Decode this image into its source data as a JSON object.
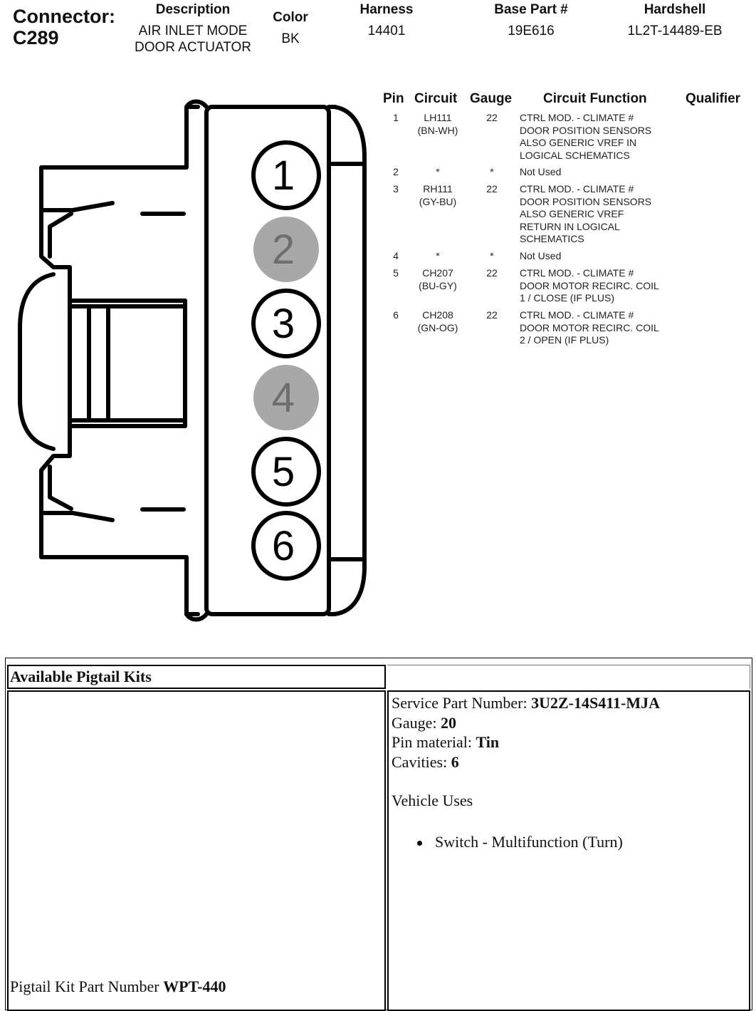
{
  "connector": {
    "label": "Connector:",
    "id": "C289"
  },
  "header": {
    "description_label": "Description",
    "description_line1": "AIR INLET MODE",
    "description_line2": "DOOR ACTUATOR",
    "color_label": "Color",
    "color_value": "BK",
    "harness_label": "Harness",
    "harness_value": "14401",
    "base_part_label": "Base Part #",
    "base_part_value": "19E616",
    "hardshell_label": "Hardshell",
    "hardshell_value": "1L2T-14489-EB"
  },
  "diagram": {
    "pins": [
      {
        "n": "1",
        "used": true
      },
      {
        "n": "2",
        "used": false
      },
      {
        "n": "3",
        "used": true
      },
      {
        "n": "4",
        "used": false
      },
      {
        "n": "5",
        "used": true
      },
      {
        "n": "6",
        "used": true
      }
    ],
    "used_color": "#ffffff",
    "unused_color": "#a8a8a8",
    "unused_text_color": "#6e6e6e"
  },
  "pin_table": {
    "headers": {
      "pin": "Pin",
      "circuit": "Circuit",
      "gauge": "Gauge",
      "function": "Circuit Function",
      "qualifier": "Qualifier"
    },
    "rows": [
      {
        "pin": "1",
        "circuit": [
          "LH111",
          "(BN-WH)"
        ],
        "gauge": "22",
        "function": [
          "CTRL MOD. - CLIMATE #",
          "DOOR POSITION SENSORS",
          "ALSO GENERIC VREF IN",
          "LOGICAL SCHEMATICS"
        ]
      },
      {
        "pin": "2",
        "circuit": [
          "*"
        ],
        "gauge": "*",
        "function": [
          "Not Used"
        ]
      },
      {
        "pin": "3",
        "circuit": [
          "RH111",
          "(GY-BU)"
        ],
        "gauge": "22",
        "function": [
          "CTRL MOD. - CLIMATE #",
          "DOOR POSITION SENSORS",
          "ALSO GENERIC VREF",
          "RETURN IN LOGICAL",
          "SCHEMATICS"
        ]
      },
      {
        "pin": "4",
        "circuit": [
          "*"
        ],
        "gauge": "*",
        "function": [
          "Not Used"
        ]
      },
      {
        "pin": "5",
        "circuit": [
          "CH207",
          "(BU-GY)"
        ],
        "gauge": "22",
        "function": [
          "CTRL MOD. - CLIMATE #",
          "DOOR MOTOR RECIRC. COIL",
          "1 / CLOSE (IF PLUS)"
        ]
      },
      {
        "pin": "6",
        "circuit": [
          "CH208",
          "(GN-OG)"
        ],
        "gauge": "22",
        "function": [
          "CTRL MOD. - CLIMATE #",
          "DOOR MOTOR RECIRC. COIL",
          "2 / OPEN (IF PLUS)"
        ]
      }
    ]
  },
  "pigtail": {
    "title": "Available Pigtail Kits",
    "kit_label": "Pigtail Kit Part Number ",
    "kit_value": "WPT-440",
    "service_label": "Service Part Number: ",
    "service_value": "3U2Z-14S411-MJA",
    "gauge_label": "Gauge: ",
    "gauge_value": "20",
    "pin_material_label": "Pin material: ",
    "pin_material_value": "Tin",
    "cavities_label": "Cavities: ",
    "cavities_value": "6",
    "vehicle_uses_label": "Vehicle Uses",
    "vehicle_uses": [
      "Switch - Multifunction (Turn)"
    ]
  }
}
